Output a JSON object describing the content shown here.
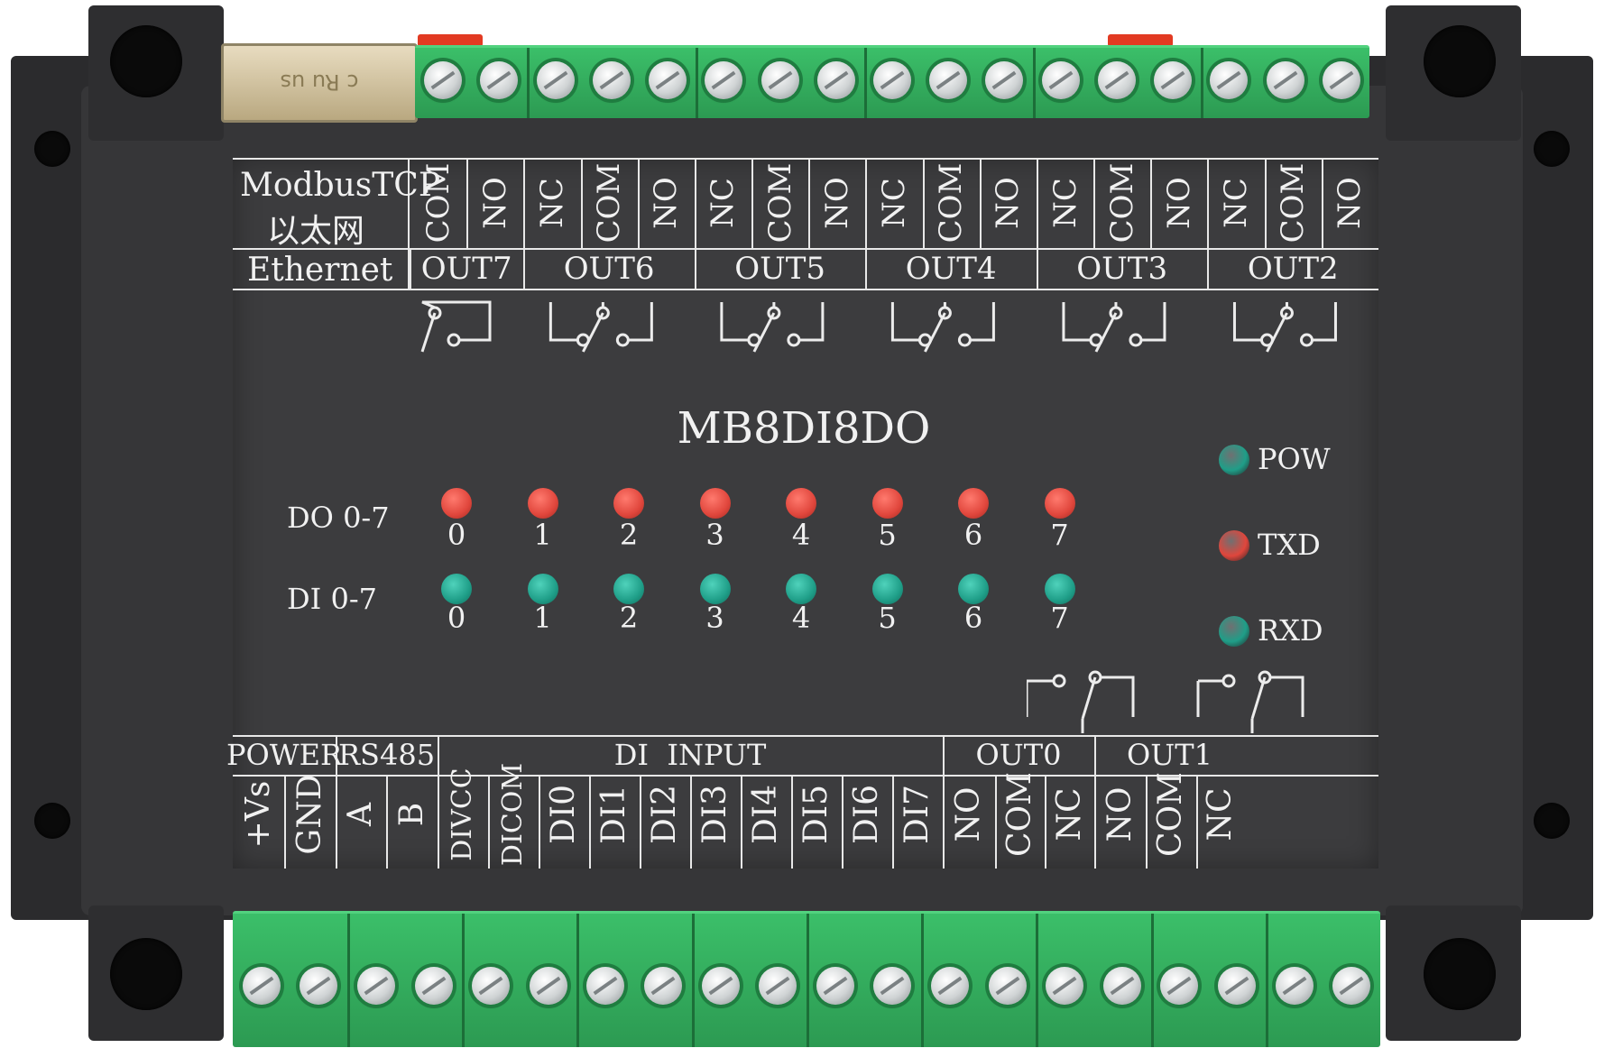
{
  "device": {
    "model": "MB8DI8DO",
    "colors": {
      "enclosure": "#363638",
      "panel": "#3c3c3e",
      "terminal_green": "#33ad5d",
      "led_red": "#e0463c",
      "led_teal": "#1f9e88",
      "connector_red": "#e23a22"
    }
  },
  "ethernet": {
    "line1": "ModbusTCP",
    "line2": "以太网",
    "line3": "Ethernet"
  },
  "rj45": {
    "marking": "c Ru us",
    "icon": "ul-certification-mark"
  },
  "top_terminals": {
    "pin_labels": [
      "COM",
      "NO",
      "NC",
      "COM",
      "NO",
      "NC",
      "COM",
      "NO",
      "NC",
      "COM",
      "NO",
      "NC",
      "COM",
      "NO",
      "NC",
      "COM",
      "NO"
    ],
    "groups": [
      "OUT7",
      "OUT6",
      "OUT5",
      "OUT4",
      "OUT3",
      "OUT2"
    ]
  },
  "leds": {
    "do_label": "DO 0-7",
    "di_label": "DI 0-7",
    "indices": [
      "0",
      "1",
      "2",
      "3",
      "4",
      "5",
      "6",
      "7"
    ],
    "status": [
      {
        "name": "POW",
        "color": "#1f9e88"
      },
      {
        "name": "TXD",
        "color": "#e0463c"
      },
      {
        "name": "RXD",
        "color": "#1f9e88"
      }
    ]
  },
  "bottom_terminals": {
    "groups": [
      "POWER",
      "RS485",
      "DI  INPUT",
      "OUT0",
      "OUT1"
    ],
    "pin_labels": [
      "+Vs",
      "GND",
      "A",
      "B",
      "DIVCC",
      "DICOM",
      "DI0",
      "DI1",
      "DI2",
      "DI3",
      "DI4",
      "DI5",
      "DI6",
      "DI7",
      "NO",
      "COM",
      "NC",
      "NO",
      "COM",
      "NC"
    ]
  }
}
